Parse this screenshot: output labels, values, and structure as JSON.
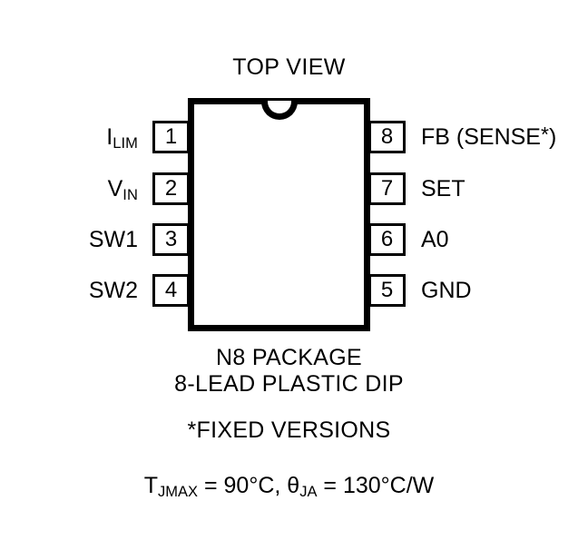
{
  "diagram": {
    "title": "TOP VIEW",
    "package_outline": {
      "shape": "rectangle",
      "notch": "semicircle-top-center",
      "line_color": "#000000",
      "fill_color": "#ffffff"
    },
    "pins_left": [
      {
        "number": "1",
        "label_main": "I",
        "label_sub": "LIM",
        "label_text": "ILIM"
      },
      {
        "number": "2",
        "label_main": "V",
        "label_sub": "IN",
        "label_text": "VIN"
      },
      {
        "number": "3",
        "label_main": "SW1",
        "label_sub": "",
        "label_text": "SW1"
      },
      {
        "number": "4",
        "label_main": "SW2",
        "label_sub": "",
        "label_text": "SW2"
      }
    ],
    "pins_right": [
      {
        "number": "8",
        "label_pre": "FB (SENSE",
        "label_sup": "*",
        "label_post": ")",
        "label_text": "FB (SENSE*)"
      },
      {
        "number": "7",
        "label_pre": "SET",
        "label_sup": "",
        "label_post": "",
        "label_text": "SET"
      },
      {
        "number": "6",
        "label_pre": "A0",
        "label_sup": "",
        "label_post": "",
        "label_text": "A0"
      },
      {
        "number": "5",
        "label_pre": "GND",
        "label_sup": "",
        "label_post": "",
        "label_text": "GND"
      }
    ],
    "captions": {
      "package_name": "N8 PACKAGE",
      "lead_type": "8-LEAD PLASTIC DIP",
      "footnote": "*FIXED VERSIONS"
    },
    "thermal": {
      "tj_symbol": "T",
      "tj_sub": "JMAX",
      "tj_value": " = 90°C, ",
      "theta_symbol": "θ",
      "theta_sub": "JA",
      "theta_value": " = 130°C/W",
      "full_text": "TJMAX = 90°C, θJA = 130°C/W"
    }
  }
}
